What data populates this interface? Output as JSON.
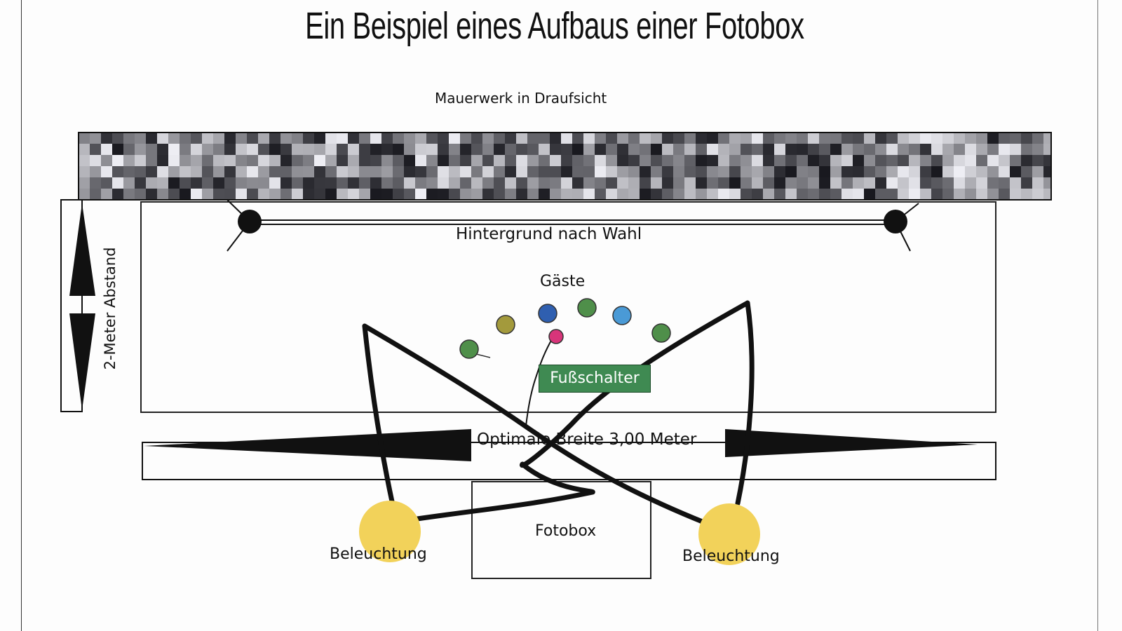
{
  "title": "Ein Beispiel eines Aufbaus einer Fotobox",
  "wall_label": "Mauerwerk in Draufsicht",
  "background_label": "Hintergrund nach Wahl",
  "guests_label": "Gäste",
  "footswitch_label": "Fußschalter",
  "width_label": "Optimale Breite 3,00 Meter",
  "distance_label": "2-Meter Abstand",
  "photobox_label": "Fotobox",
  "lighting_left_label": "Beleuchtung",
  "lighting_right_label": "Beleuchtung",
  "colors": {
    "lighting": "#f2d25a",
    "footswitch": "#3f8a52",
    "guest_colors": [
      "#4f8f4a",
      "#a39a3c",
      "#2f5fb0",
      "#d8357a",
      "#4f8f4a",
      "#4a9ad6",
      "#4f8f4a"
    ]
  }
}
